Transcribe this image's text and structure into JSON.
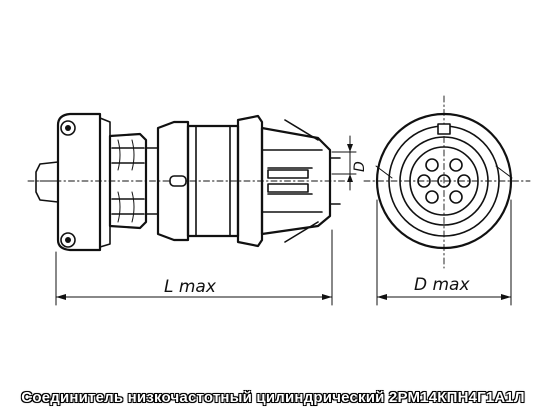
{
  "drawing": {
    "labels": {
      "length": "L max",
      "diameter_front": "D max",
      "diameter_side": "D"
    },
    "pin_count": 7
  },
  "caption": "Соединитель низкочастотный цилиндрический 2РМ14КПН4Г1А1Л"
}
